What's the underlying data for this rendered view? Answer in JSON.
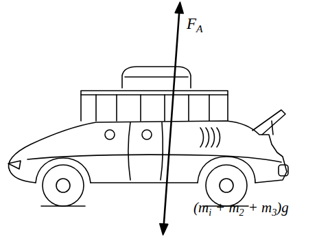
{
  "diagram": {
    "labels": [
      "F",
      "A",
      "(m",
      "i",
      "+ m",
      "2",
      "+ m",
      "3",
      ")g"
    ]
  }
}
